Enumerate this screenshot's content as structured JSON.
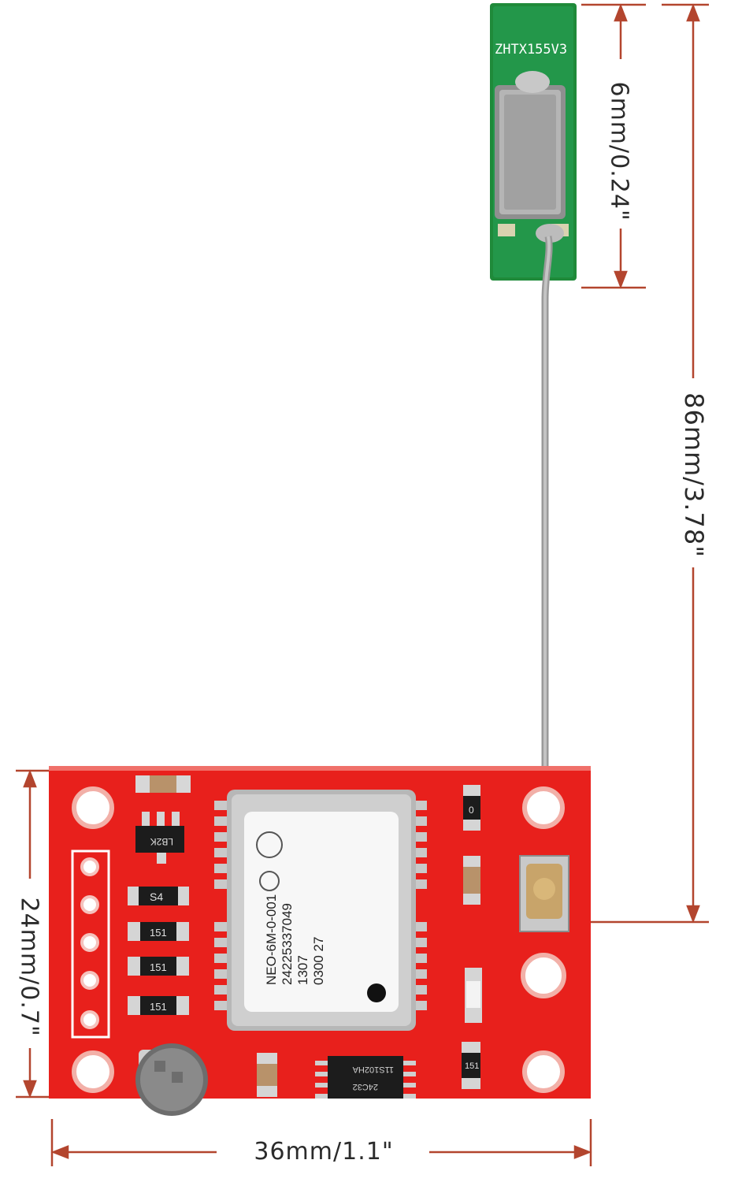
{
  "dimensions": {
    "antenna_height": "6mm/0.24\"",
    "cable_length": "86mm/3.78\"",
    "board_height": "24mm/0.7\"",
    "board_width": "36mm/1.1\""
  },
  "antenna": {
    "marking": "ZHTX155V3"
  },
  "module": {
    "line1": "NEO-6M-0-001",
    "line2": "24225337049",
    "line3": "1307",
    "line4": "0300  27"
  },
  "components": {
    "regulator": "LB2K",
    "diode": "S4",
    "res1": "151",
    "res2": "151",
    "res3": "151",
    "res4": "151",
    "res_right_top": "0",
    "eeprom": "24C32",
    "eeprom2": "11S102HA"
  },
  "colors": {
    "pcb_red": "#e8201c",
    "antenna_green": "#1f8a3a",
    "dimension_line": "#b3452e",
    "shield_silver": "#c9c9c9"
  }
}
